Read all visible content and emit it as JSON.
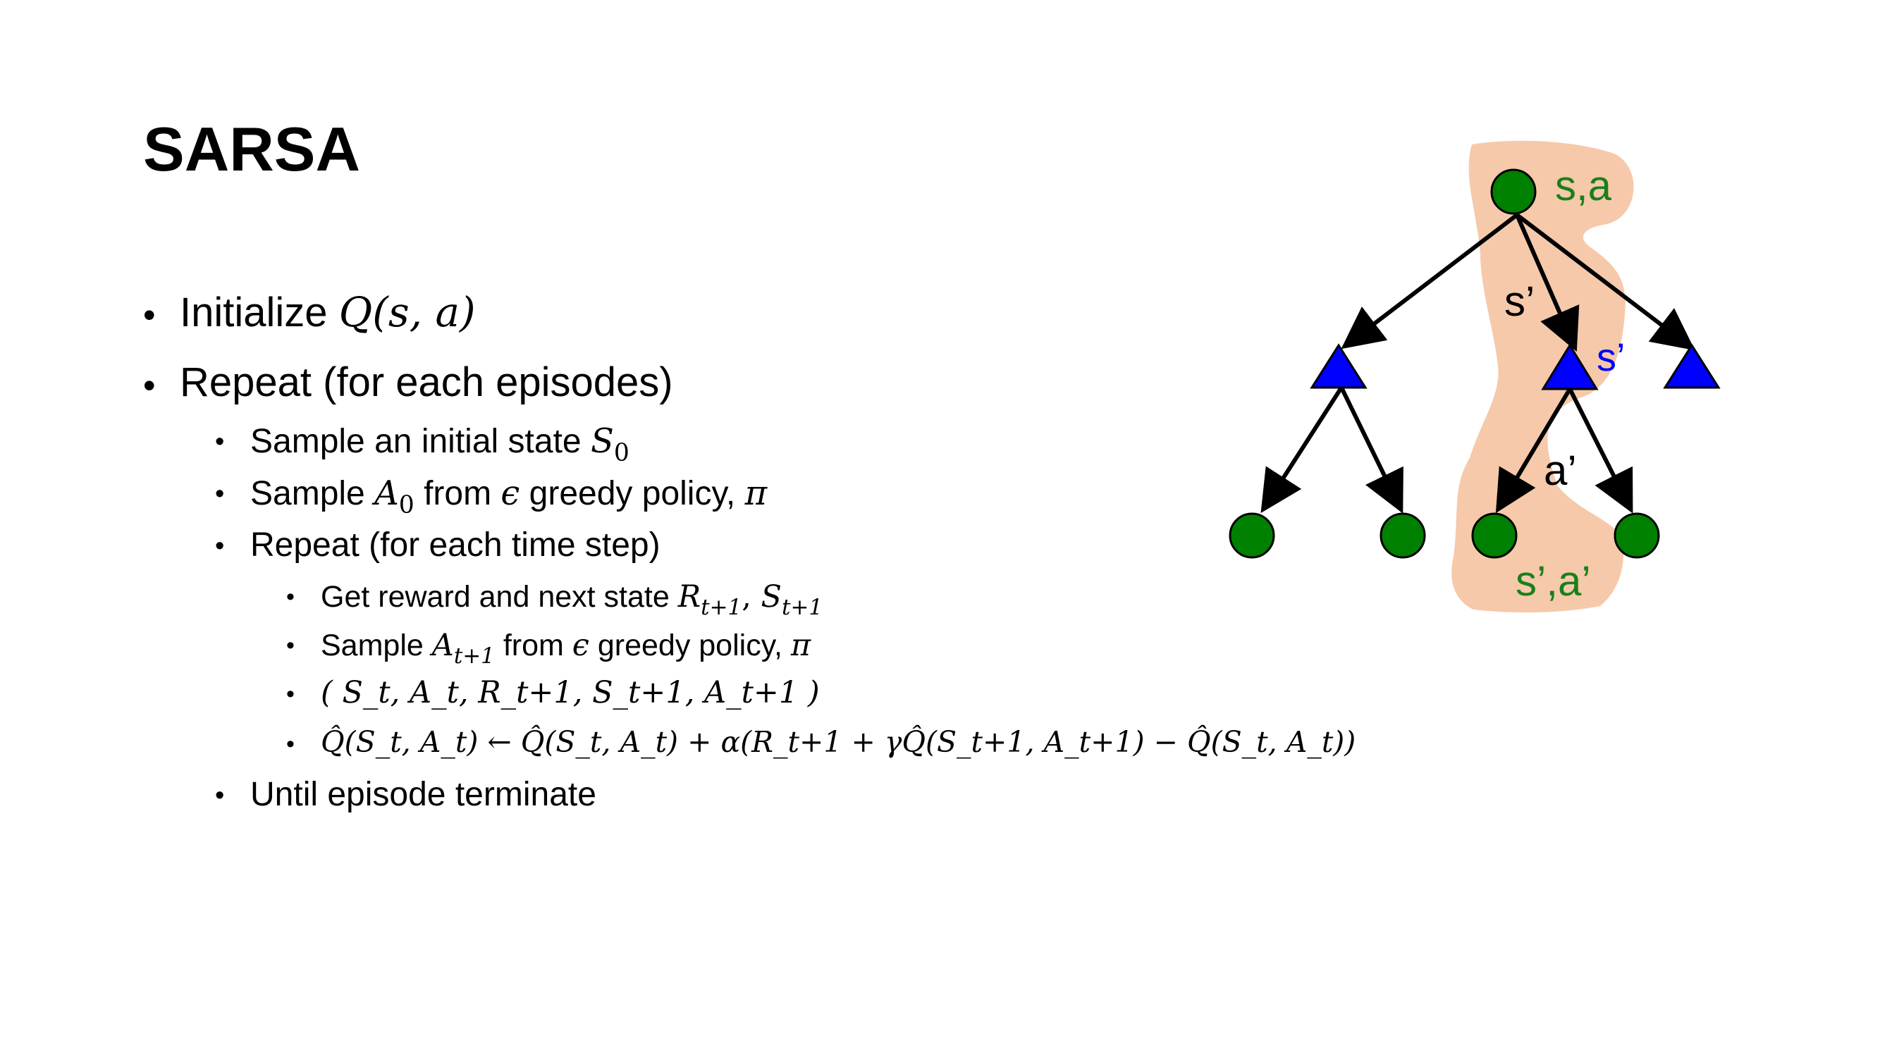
{
  "title": "SARSA",
  "bullet": "•",
  "items": {
    "init": {
      "text": "Initialize ",
      "math": "Q(s, a)"
    },
    "repeat": "Repeat (for each episodes)",
    "sample_state": {
      "text": "Sample an initial state ",
      "var": "S",
      "sub": "0"
    },
    "sample_action": {
      "pre": "Sample ",
      "var": "A",
      "sub": "0",
      "mid": " from ",
      "eps": "ϵ",
      "post": " greedy policy, ",
      "pi": "π"
    },
    "repeat_step": "Repeat (for each time step)",
    "get_reward": {
      "text": "Get reward and next state ",
      "math": "R",
      "sub1": "t+1",
      "comma": ", ",
      "math2": "S",
      "sub2": "t+1"
    },
    "sample_next": {
      "pre": "Sample ",
      "var": "A",
      "sub": "t+1",
      "mid": " from ",
      "eps": "ϵ",
      "post": " greedy policy, ",
      "pi": "π"
    },
    "tuple": "( S_t, A_t, R_t+1, S_t+1, A_t+1 )",
    "update": "Q̂(S_t, A_t) ← Q̂(S_t, A_t) + α(R_t+1 + γQ̂(S_t+1, A_t+1) − Q̂(S_t, A_t))",
    "until": "Until episode terminate"
  },
  "diagram": {
    "label_sa": "s,a",
    "label_s_prime_edge": "s’",
    "label_s_prime_node": "s’",
    "label_a_prime": "a’",
    "label_sa_prime": "s’,a’",
    "colors": {
      "highlight": "#f5c9aa",
      "state_node": "#008000",
      "action_node": "#0000ff",
      "green_text": "#1a7f1a",
      "blue_text": "#0000ff"
    }
  }
}
